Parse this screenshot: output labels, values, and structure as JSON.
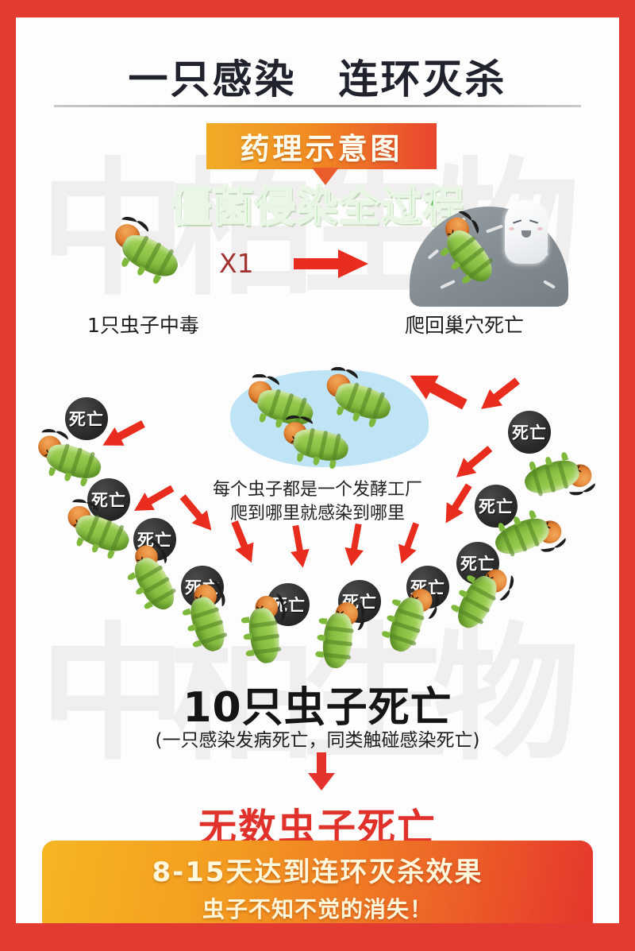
{
  "theme": {
    "border_red": "#e33a32",
    "panel_bg": "#fdfdfd",
    "arrow_red": "#e82c1e",
    "green": "#5ec15b",
    "death_badge_bg": "#2b2b2b"
  },
  "header": {
    "title": "一只感染　连环灭杀",
    "banner_label": "药理示意图",
    "green_subtitle": "僵菌侵染全过程"
  },
  "step_one": {
    "multiplier": "X1",
    "left_caption": "1只虫子中毒",
    "right_caption": "爬回巢穴死亡"
  },
  "center": {
    "note_line1": "每个虫子都是一个发酵工厂",
    "note_line2": "爬到哪里就感染到哪里"
  },
  "death_label": "死亡",
  "death_badges": [
    {
      "label": "死亡"
    },
    {
      "label": "死亡"
    },
    {
      "label": "死亡"
    },
    {
      "label": "死亡"
    },
    {
      "label": "死亡"
    },
    {
      "label": "死亡"
    },
    {
      "label": "死亡"
    },
    {
      "label": "死亡"
    },
    {
      "label": "死亡"
    },
    {
      "label": "死亡"
    }
  ],
  "summary": {
    "main": "10只虫子死亡",
    "sub": "(一只感染发病死亡，同类触碰感染死亡)",
    "red": "无数虫子死亡"
  },
  "footer": {
    "line1": "8-15天达到连环灭杀效果",
    "line2": "虫子不知不觉的消失！"
  },
  "watermark": {
    "c1": "中",
    "c2": "柏",
    "c3": "生",
    "c4": "物",
    "c5": "中",
    "c6": "柏",
    "c7": "生",
    "c8": "物"
  }
}
